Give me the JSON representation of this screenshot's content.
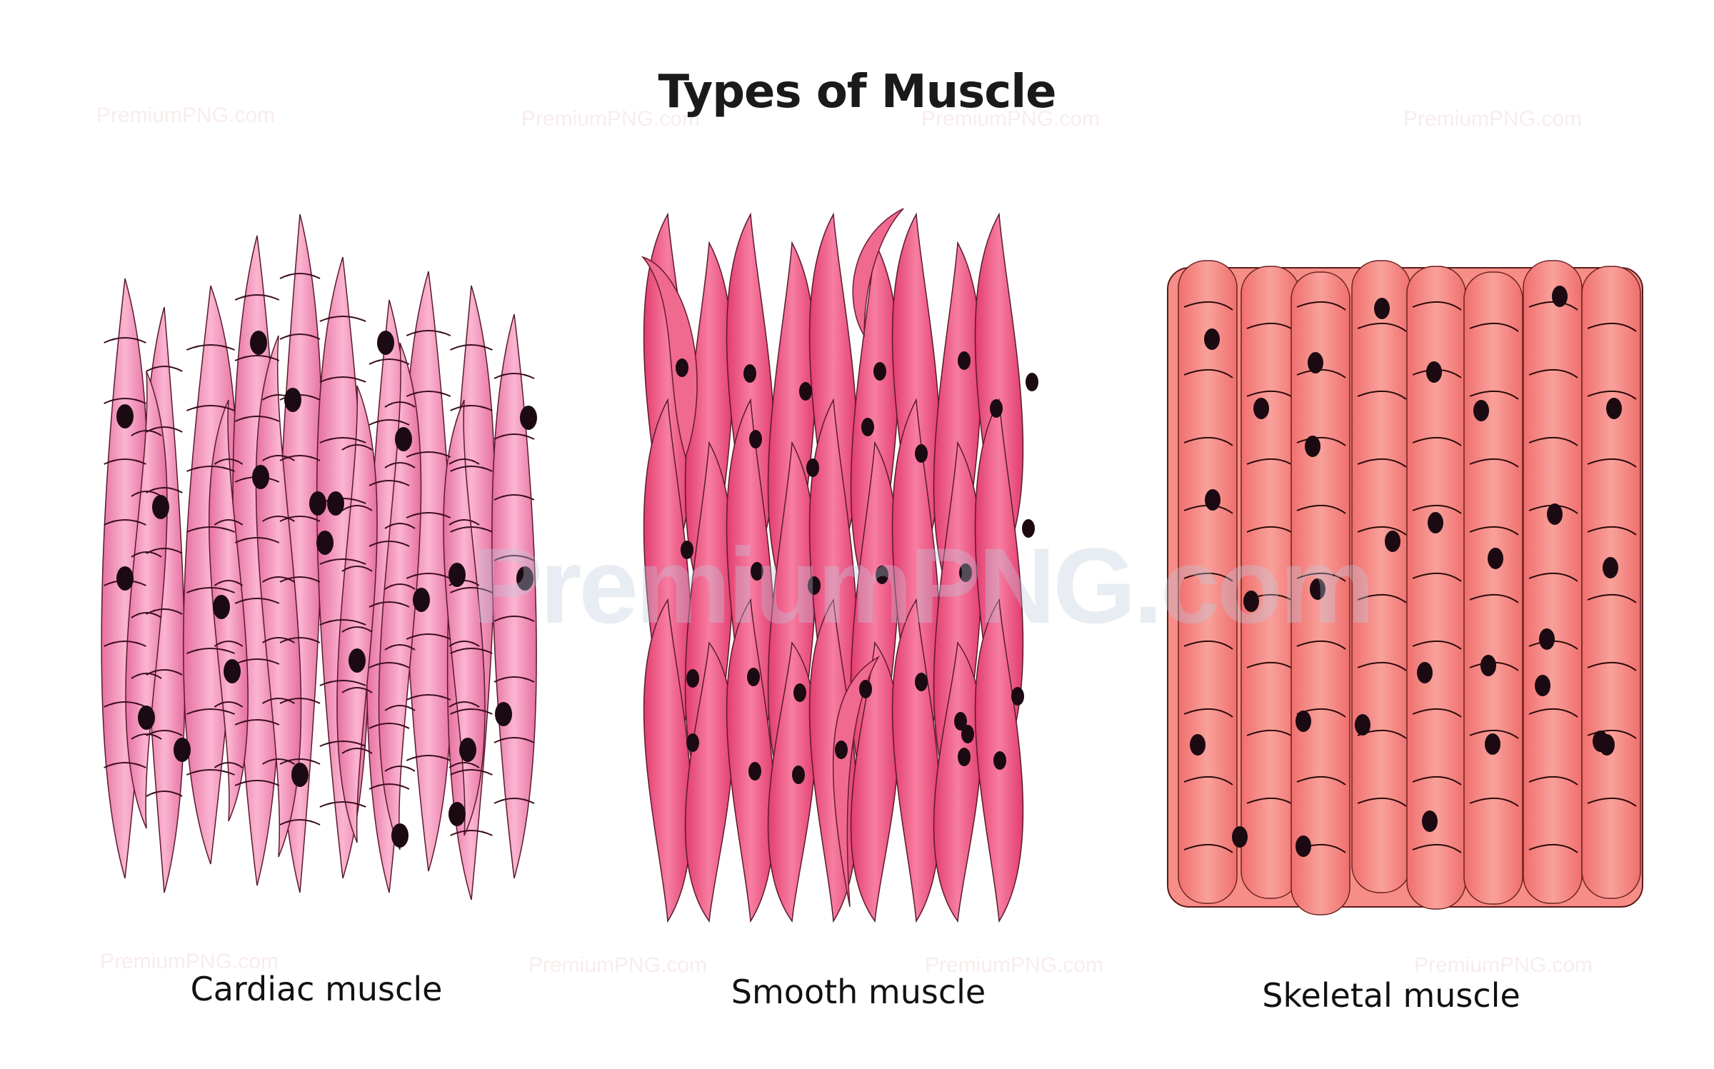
{
  "title": "Types of Muscle",
  "panels": [
    {
      "id": "cardiac",
      "label": "Cardiac muscle"
    },
    {
      "id": "smooth",
      "label": "Smooth muscle"
    },
    {
      "id": "skeletal",
      "label": "Skeletal muscle"
    }
  ],
  "watermark": "PremiumPNG.com",
  "colors": {
    "cardiac": "#f48fb8",
    "smooth": "#ee5a84",
    "skeletal": "#f5857f",
    "nucleus": "#1c0a12"
  }
}
